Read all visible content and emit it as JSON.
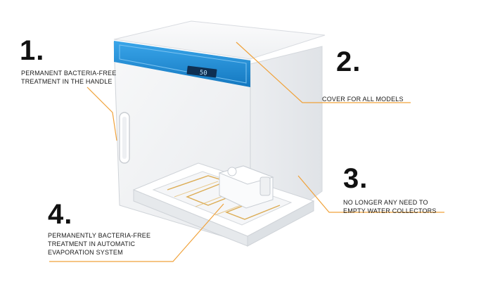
{
  "callouts": [
    {
      "number": "1.",
      "lines": [
        "PERMANENT BACTERIA-FREE",
        "TREATMENT IN THE HANDLE"
      ]
    },
    {
      "number": "2.",
      "lines": [
        "COVER FOR ALL MODELS"
      ]
    },
    {
      "number": "3.",
      "lines": [
        "NO LONGER ANY NEED TO",
        "EMPTY WATER COLLECTORS"
      ]
    },
    {
      "number": "4.",
      "lines": [
        "PERMANENTLY BACTERIA-FREE",
        "TREATMENT IN AUTOMATIC",
        "EVAPORATION SYSTEM"
      ]
    }
  ],
  "display": {
    "reading": "50"
  },
  "colors": {
    "accent": "#1f8fd6",
    "leader": "#f0a23a",
    "cabinet": "#f3f4f6"
  }
}
